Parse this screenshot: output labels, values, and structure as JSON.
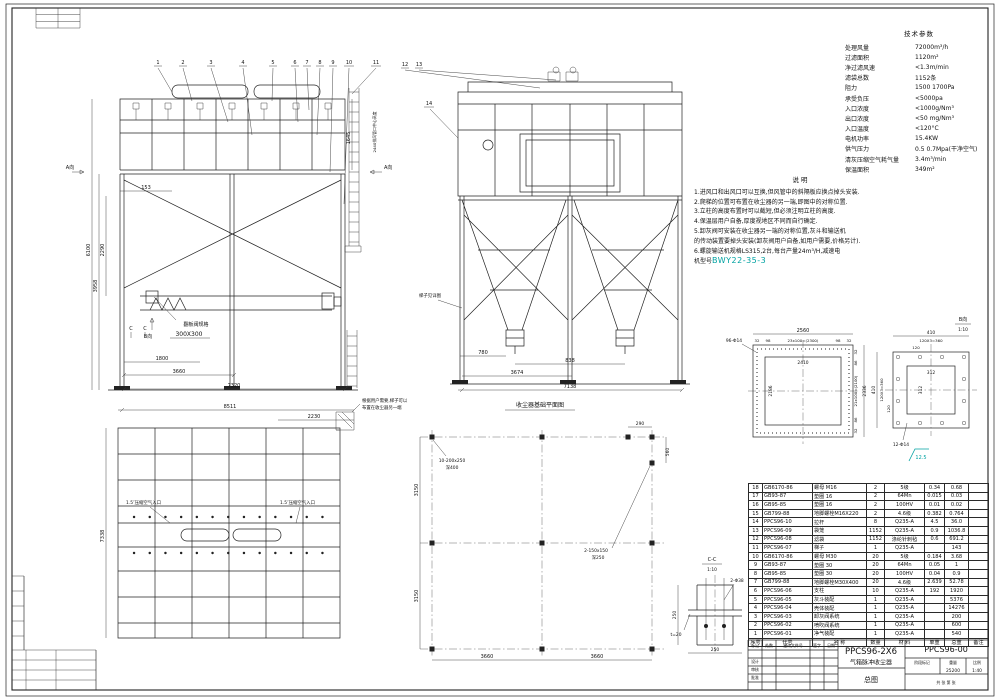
{
  "colors": {
    "line": "#222222",
    "accent": "#00a2a2",
    "bg": "#ffffff"
  },
  "tech_params": {
    "title": "技术参数",
    "rows": [
      [
        "处理风量",
        "72000m³/h"
      ],
      [
        "过滤面积",
        "1120m²"
      ],
      [
        "净过滤风速",
        "<1.3m/min"
      ],
      [
        "滤袋总数",
        "1152条"
      ],
      [
        "阻力",
        "1500 1700Pa"
      ],
      [
        "承受负压",
        "<5000pa"
      ],
      [
        "入口浓度",
        "<1000g/Nm³"
      ],
      [
        "出口浓度",
        "<50 mg/Nm³"
      ],
      [
        "入口温度",
        "<120°C"
      ],
      [
        "电机功率",
        "15.4KW"
      ],
      [
        "供气压力",
        "0.5 0.7Mpa(干净空气)"
      ],
      [
        "清灰压缩空气耗气量",
        "3.4m³/min"
      ],
      [
        "保温面积",
        "349m²"
      ]
    ]
  },
  "notes": {
    "title": "说明",
    "lines": [
      "1.进风口和出风口可以互换,但风管中的斜隔板应换点掉头安装.",
      "2.爬梯的位置可布置在收尘器的另一端,即图中的对称位置.",
      "3.立柱的高度布置时可以截短,但必须注明立柱的高度.",
      "4.保温层用户自备,厚度视地区不同而自行确定.",
      "5.卸灰阀可安装在收尘器另一端的对称位置,灰斗和输送机",
      "  的传动装置要掉头安装(卸灰阀用户自备,如用户需要,价格另计).",
      "6.螺旋输送机规格LS315,2台,每台产量24m³/H,减速电"
    ],
    "model_prefix": "机型号",
    "model": "BWY22-35-3"
  },
  "bom": {
    "headers": [
      "序号",
      "代号",
      "名 称",
      "数量",
      "材 料",
      "单重",
      "总重",
      "备注"
    ],
    "rows": [
      [
        "18",
        "GB6170-86",
        "螺母 M16",
        "2",
        "5级",
        "0.34",
        "0.68",
        ""
      ],
      [
        "17",
        "GB93-87",
        "垫圈 16",
        "2",
        "64Mn",
        "0.015",
        "0.03",
        ""
      ],
      [
        "16",
        "GB95-85",
        "垫圈 16",
        "2",
        "100HV",
        "0.01",
        "0.02",
        ""
      ],
      [
        "15",
        "GB799-88",
        "地脚螺栓M16X220",
        "2",
        "4.6级",
        "0.382",
        "0.764",
        ""
      ],
      [
        "14",
        "PPCS96-10",
        "拉杆",
        "8",
        "Q235-A",
        "4.5",
        "36.0",
        ""
      ],
      [
        "13",
        "PPCS96-09",
        "袋笼",
        "1152",
        "Q235-A",
        "0.9",
        "1036.8",
        ""
      ],
      [
        "12",
        "PPCS96-08",
        "滤袋",
        "1152",
        "涤纶针刺毡",
        "0.6",
        "691.2",
        ""
      ],
      [
        "11",
        "PPCS96-07",
        "梯子",
        "1",
        "Q235-A",
        "",
        "143",
        ""
      ],
      [
        "10",
        "GB6170-86",
        "螺母 M30",
        "20",
        "5级",
        "0.184",
        "3.68",
        ""
      ],
      [
        "9",
        "GB93-87",
        "垫圈 30",
        "20",
        "64Mn",
        "0.05",
        "1",
        ""
      ],
      [
        "8",
        "GB95-85",
        "垫圈 30",
        "20",
        "100HV",
        "0.04",
        "0.9",
        ""
      ],
      [
        "7",
        "GB799-88",
        "地脚螺栓M30X400",
        "20",
        "4.6级",
        "2.639",
        "52.78",
        ""
      ],
      [
        "6",
        "PPCS96-06",
        "支柱",
        "10",
        "Q235-A",
        "192",
        "1920",
        ""
      ],
      [
        "5",
        "PPCS96-05",
        "灰斗装配",
        "1",
        "Q235-A",
        "",
        "5376",
        ""
      ],
      [
        "4",
        "PPCS96-04",
        "壳体装配",
        "1",
        "Q235-A",
        "",
        "14276",
        ""
      ],
      [
        "3",
        "PPCS96-03",
        "卸灰阀系统",
        "1",
        "Q235-A",
        "",
        "200",
        ""
      ],
      [
        "2",
        "PPCS96-02",
        "喷吹阀系统",
        "1",
        "Q235-A",
        "",
        "600",
        ""
      ],
      [
        "1",
        "PPCS96-01",
        "净气装配",
        "1",
        "Q235-A",
        "",
        "540",
        ""
      ]
    ]
  },
  "title_block": {
    "model": "PPCS96-2X6",
    "product": "气箱脉冲收尘器",
    "sheet_name": "总图",
    "drawing_no": "PPCS96-00",
    "stage_label": "阶段标记",
    "weight_label": "重量",
    "scale_label": "比例",
    "weight": "25200",
    "scale": "1:40",
    "sheets": "共 张  第 张",
    "cols": {
      "mark": "标记",
      "count": "处数",
      "doc": "更改文件号",
      "sign": "签字",
      "date": "日期"
    },
    "rows": {
      "design": "设计",
      "check": "审核",
      "approve": "批准"
    }
  },
  "views": {
    "front": {
      "callouts": [
        "1",
        "2",
        "3",
        "4",
        "5",
        "6",
        "7",
        "8",
        "9",
        "10",
        "11"
      ],
      "dims": {
        "w153": "153",
        "h2290": "2290",
        "h3958": "3958",
        "h6100": "6100",
        "w1800": "1800",
        "w3660": "3660",
        "w7320": "7320",
        "h1645": "1645",
        "outlet": "2440排风管口中心高度"
      },
      "labels": {
        "a_left": "A向",
        "a_right": "A向",
        "b": "B向",
        "c1": "C",
        "c2": "C",
        "valve_l1": "翻板阀规格",
        "valve_l2": "300X300"
      }
    },
    "end": {
      "callouts": [
        "12",
        "13",
        "14"
      ],
      "dims": {
        "w780": "780",
        "w838": "838",
        "w3674": "3674",
        "w7138": "7138"
      },
      "labels": {
        "ladder": "梯子见详图"
      }
    },
    "plan": {
      "dims": {
        "w8511": "8511",
        "w2230": "2230",
        "h7338": "7338"
      },
      "labels": {
        "air_left": "1.5″压缩空气入口",
        "air_right": "1.5″压缩空气入口",
        "note1": "根据用户需要,梯子可以",
        "note2": "布置在收尘器另一端"
      }
    },
    "foundation": {
      "title": "收尘器基础平面图",
      "dims": {
        "w3660a": "3660",
        "w3660b": "3660",
        "h3150a": "3150",
        "h3150b": "3150",
        "w290": "290",
        "h560": "560"
      },
      "labels": {
        "pocket1a": "10-200x250",
        "pocket1b": "深400",
        "pocket2a": "2-150x150",
        "pocket2b": "深250"
      }
    },
    "section_cc": {
      "title": "C-C",
      "scale": "1:10",
      "dims": {
        "h250": "250",
        "w250": "250"
      },
      "labels": {
        "holes": "2-Φ38",
        "thick": "t=20"
      }
    },
    "flange_large": {
      "dims": {
        "w2560": "2560",
        "c1": "32",
        "c2": "98",
        "c3": "23x100=(2300)",
        "c4": "98",
        "c5": "32",
        "w2410": "2410",
        "h2186": "2186",
        "r1": "32",
        "r2": "86",
        "r3": "21x100=(2100)",
        "r4": "86",
        "r5": "32",
        "h2336": "2336"
      },
      "labels": {
        "holes": "96-Φ14"
      }
    },
    "flange_small": {
      "title": "B向",
      "scale": "1:10",
      "dims": {
        "w410": "410",
        "w120x3": "120X3=360",
        "w120": "120",
        "h410": "410",
        "h120x3": "120X3=360",
        "h120": "120",
        "w312": "312",
        "h312": "312"
      },
      "labels": {
        "holes": "12-Φ14",
        "rough": "12.5"
      }
    }
  }
}
